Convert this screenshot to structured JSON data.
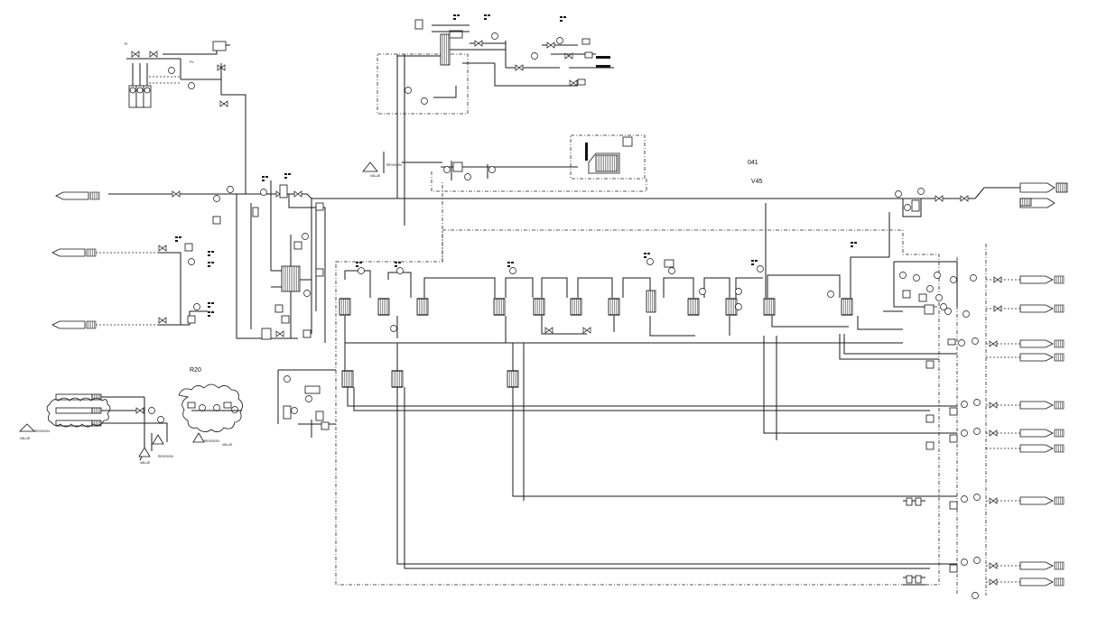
{
  "labels": {
    "tag_041": "041",
    "tag_v45": "V45",
    "tag_r20": "R20"
  },
  "revision_marks": [
    {
      "label": "REVISION",
      "value": "VALUE"
    },
    {
      "label": "REVISION",
      "value": "VALUE"
    },
    {
      "label": "REVISION",
      "value": "VALUE"
    },
    {
      "label": "REVISION",
      "value": "VALUE"
    }
  ],
  "colors": {
    "line": "#111111",
    "background": "#ffffff"
  }
}
